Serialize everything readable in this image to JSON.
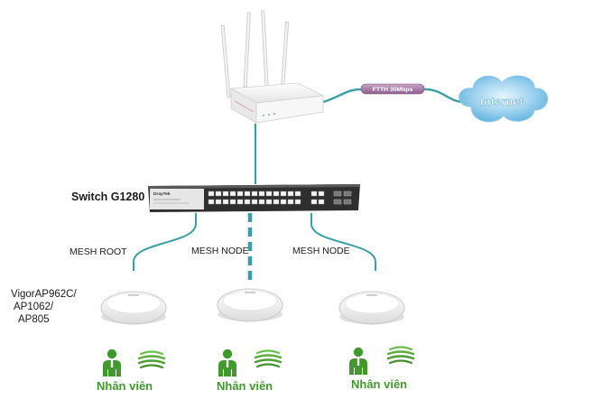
{
  "diagram": {
    "switch": {
      "label": "Switch G1280",
      "brand": "DrayTek"
    },
    "link_tag": "FTTH 30Mbps",
    "cloud": {
      "label": "Internet"
    },
    "mesh_labels": [
      "MESH ROOT",
      "MESH NODE",
      "MESH NODE"
    ],
    "ap_model_lines": [
      "VigorAP962C/",
      "AP1062/",
      "AP805"
    ],
    "staff_label": "Nhân viên",
    "colors": {
      "wired_link": "#3a9ea5",
      "staff_green": "#3f9a2b",
      "cloud_blue": "#6cb8de",
      "ftth_tag": "#a77fa6"
    }
  }
}
